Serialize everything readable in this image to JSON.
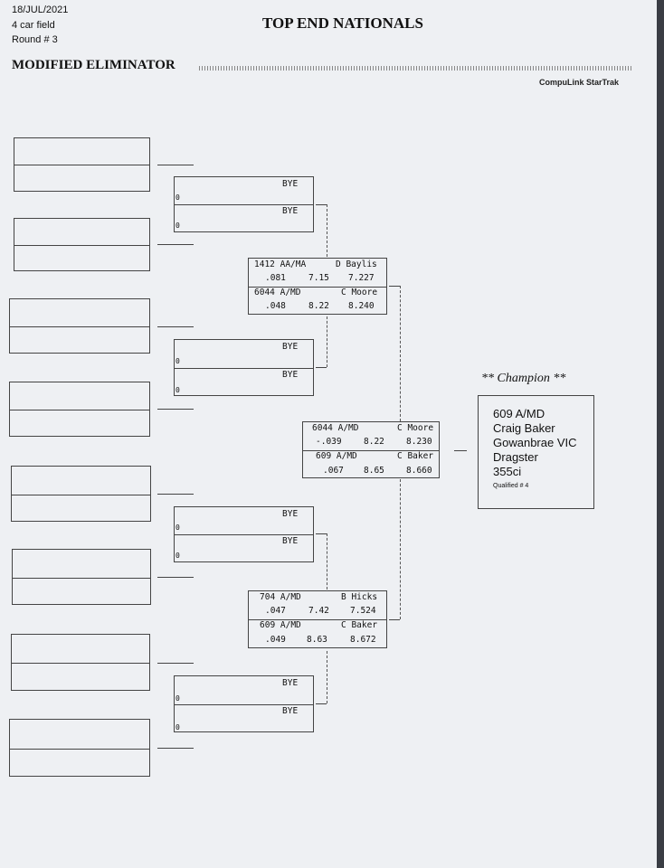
{
  "header": {
    "date": "18/JUL/2021",
    "field": "4 car field",
    "round": "Round # 3",
    "title": "TOP END NATIONALS",
    "event": "MODIFIED ELIMINATOR",
    "brand": "CompuLink StarTrak"
  },
  "round2": {
    "bye": "BYE",
    "lane_zero": "0"
  },
  "semi1": {
    "top": {
      "entry": "1412 AA/MA",
      "name": "D Baylis",
      "rt": ".081",
      "dial": "7.15",
      "et": "7.227"
    },
    "bottom": {
      "entry": "6044 A/MD",
      "name": "C Moore",
      "rt": ".048",
      "dial": "8.22",
      "et": "8.240"
    }
  },
  "semi2": {
    "top": {
      "entry": "704 A/MD",
      "name": "B Hicks",
      "rt": ".047",
      "dial": "7.42",
      "et": "7.524"
    },
    "bottom": {
      "entry": "609 A/MD",
      "name": "C Baker",
      "rt": ".049",
      "dial": "8.63",
      "et": "8.672"
    }
  },
  "final": {
    "top": {
      "entry": "6044 A/MD",
      "name": "C Moore",
      "rt": "-.039",
      "dial": "8.22",
      "et": "8.230"
    },
    "bottom": {
      "entry": "609 A/MD",
      "name": "C Baker",
      "rt": ".067",
      "dial": "8.65",
      "et": "8.660"
    }
  },
  "champion": {
    "heading": "** Champion **",
    "entry": "609 A/MD",
    "driver": "Craig Baker",
    "town": "Gowanbrae VIC",
    "vehicle": "Dragster",
    "engine": "355ci",
    "qualified": "Qualified # 4"
  }
}
